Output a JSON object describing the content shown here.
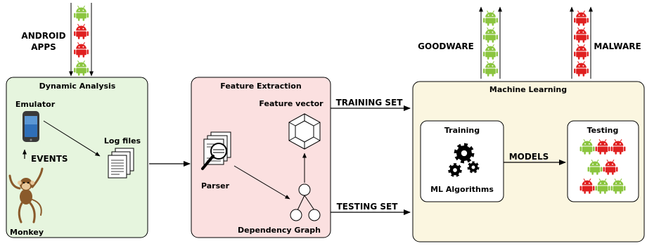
{
  "input": {
    "label_line1": "ANDROID",
    "label_line2": "APPS",
    "apps": [
      "goodware",
      "malware",
      "malware",
      "goodware"
    ]
  },
  "dynamic_analysis": {
    "title": "Dynamic Analysis",
    "emulator_label": "Emulator",
    "events_label": "EVENTS",
    "log_files_label": "Log files",
    "monkey_label": "Monkey"
  },
  "feature_extraction": {
    "title": "Feature Extraction",
    "feature_vector_label": "Feature vector",
    "parser_label": "Parser",
    "dependency_graph_label": "Dependency Graph"
  },
  "flows": {
    "training_set_label": "TRAINING SET",
    "testing_set_label": "TESTING SET",
    "models_label": "MODELS"
  },
  "machine_learning": {
    "title": "Machine Learning",
    "training_title": "Training",
    "ml_algorithms_label": "ML Algorithms",
    "testing_title": "Testing",
    "testing_grid": [
      [
        "goodware",
        "malware",
        "malware"
      ],
      [
        "goodware",
        "malware"
      ],
      [
        "malware",
        "goodware",
        "goodware"
      ]
    ]
  },
  "outputs": {
    "goodware_label": "GOODWARE",
    "malware_label": "MALWARE",
    "goodware_apps": [
      "goodware",
      "goodware",
      "goodware",
      "goodware"
    ],
    "malware_apps": [
      "malware",
      "malware",
      "malware",
      "malware"
    ]
  },
  "colors": {
    "goodware": "#8bc53f",
    "malware": "#e02020",
    "dynamic_box": "#e6f5de",
    "feature_box": "#fbe0e0",
    "ml_box": "#fbf6e0",
    "inner_box": "#ffffff"
  }
}
